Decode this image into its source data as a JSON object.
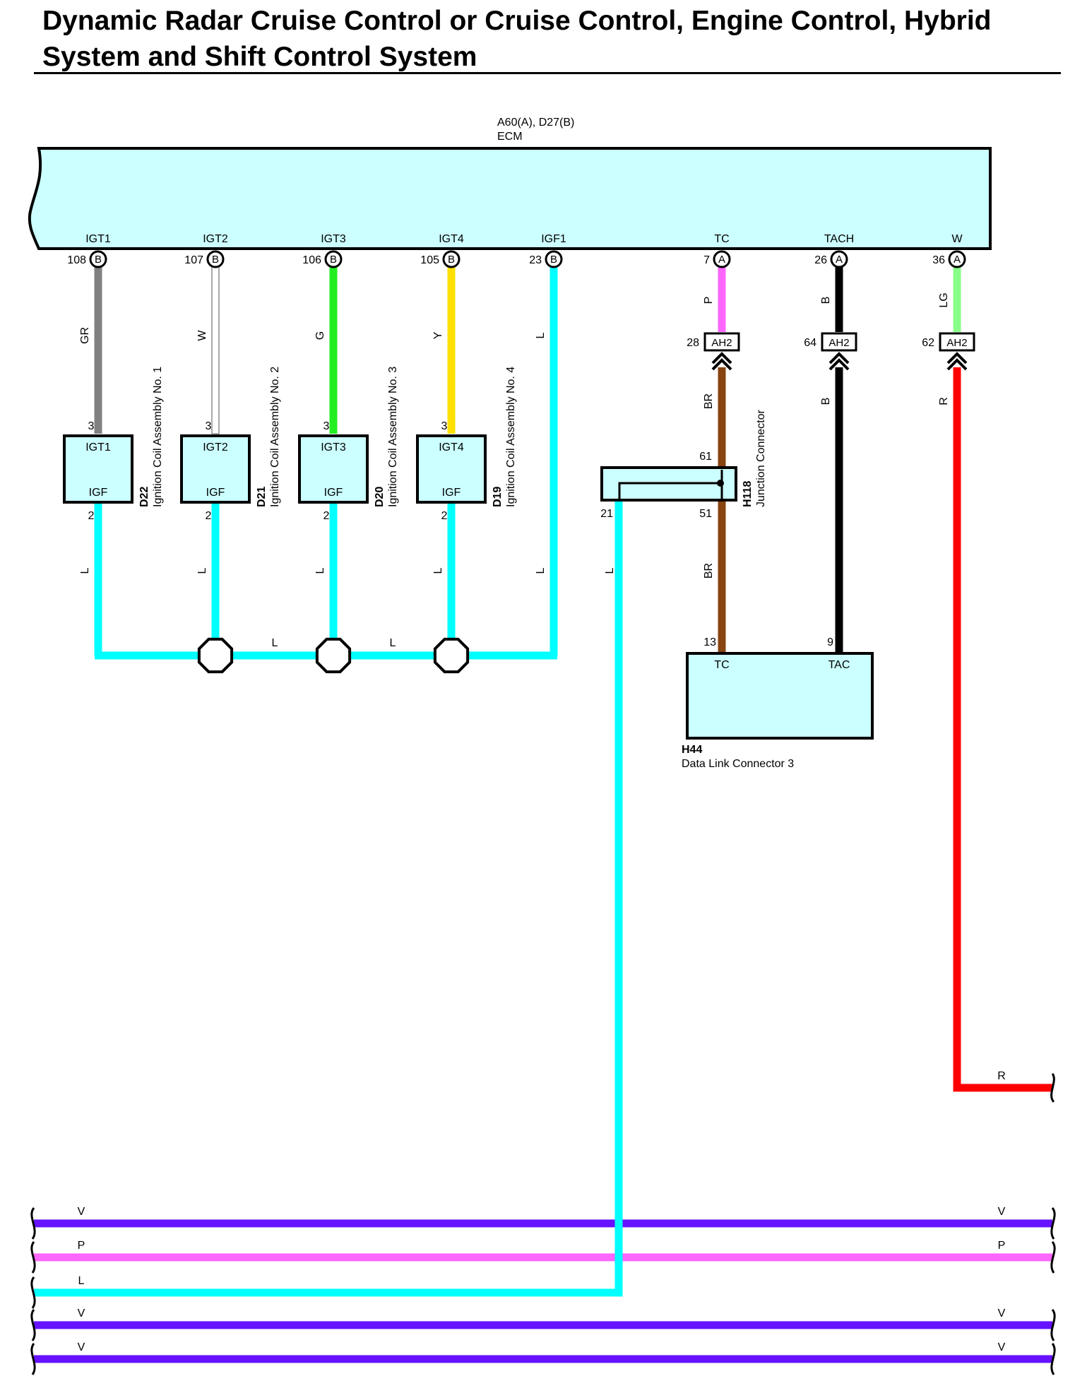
{
  "title": "Dynamic Radar Cruise Control or Cruise Control, Engine Control, Hybrid System and Shift Control System",
  "colors": {
    "box_fill": "#ccffff",
    "GR": "#808080",
    "W": "#ffffff",
    "G": "#22ee22",
    "Y": "#ffe000",
    "L": "#00ffff",
    "P": "#ff66ff",
    "B": "#000000",
    "LG": "#88ff88",
    "BR": "#884411",
    "R": "#ff0000",
    "V": "#6611ff"
  },
  "ecm": {
    "ref": "A60(A), D27(B)",
    "name": "ECM",
    "pins": [
      {
        "label": "IGT1",
        "num": "108",
        "conn": "B"
      },
      {
        "label": "IGT2",
        "num": "107",
        "conn": "B"
      },
      {
        "label": "IGT3",
        "num": "106",
        "conn": "B"
      },
      {
        "label": "IGT4",
        "num": "105",
        "conn": "B"
      },
      {
        "label": "IGF1",
        "num": "23",
        "conn": "B"
      },
      {
        "label": "TC",
        "num": "7",
        "conn": "A"
      },
      {
        "label": "TACH",
        "num": "26",
        "conn": "A"
      },
      {
        "label": "W",
        "num": "36",
        "conn": "A"
      }
    ]
  },
  "wires": {
    "ecm_igt": [
      "GR",
      "W",
      "G",
      "Y",
      "L"
    ],
    "ecm_a": [
      "P",
      "B",
      "LG"
    ],
    "below_ah2": [
      "BR",
      "B",
      "R"
    ],
    "coil_out": [
      "L",
      "L",
      "L",
      "L",
      "L"
    ],
    "bus": [
      "L",
      "L"
    ],
    "j21": "L",
    "j51": "BR",
    "r_end": "R"
  },
  "coils": [
    {
      "code": "D22",
      "name": "Ignition Coil Assembly No. 1",
      "in_pin": "3",
      "out_pin": "2",
      "top": "IGT1",
      "bottom": "IGF"
    },
    {
      "code": "D21",
      "name": "Ignition Coil Assembly No. 2",
      "in_pin": "3",
      "out_pin": "2",
      "top": "IGT2",
      "bottom": "IGF"
    },
    {
      "code": "D20",
      "name": "Ignition Coil Assembly No. 3",
      "in_pin": "3",
      "out_pin": "2",
      "top": "IGT3",
      "bottom": "IGF"
    },
    {
      "code": "D19",
      "name": "Ignition Coil Assembly No. 4",
      "in_pin": "3",
      "out_pin": "2",
      "top": "IGT4",
      "bottom": "IGF"
    }
  ],
  "ah2": [
    {
      "num": "28",
      "label": "AH2"
    },
    {
      "num": "64",
      "label": "AH2"
    },
    {
      "num": "62",
      "label": "AH2"
    }
  ],
  "junction": {
    "code": "H118",
    "name": "Junction Connector",
    "pin_top": "61",
    "pin_left": "21",
    "pin_bottom": "51"
  },
  "dlc": {
    "code": "H44",
    "name": "Data Link Connector 3",
    "pin_tc": "13",
    "pin_tac": "9",
    "label_tc": "TC",
    "label_tac": "TAC"
  },
  "bottom_lines": [
    {
      "left": "V",
      "right": "V",
      "color": "V"
    },
    {
      "left": "P",
      "right": "P",
      "color": "P"
    },
    {
      "left": "L",
      "right": "",
      "color": "L"
    },
    {
      "left": "V",
      "right": "V",
      "color": "V"
    },
    {
      "left": "V",
      "right": "V",
      "color": "V"
    }
  ]
}
